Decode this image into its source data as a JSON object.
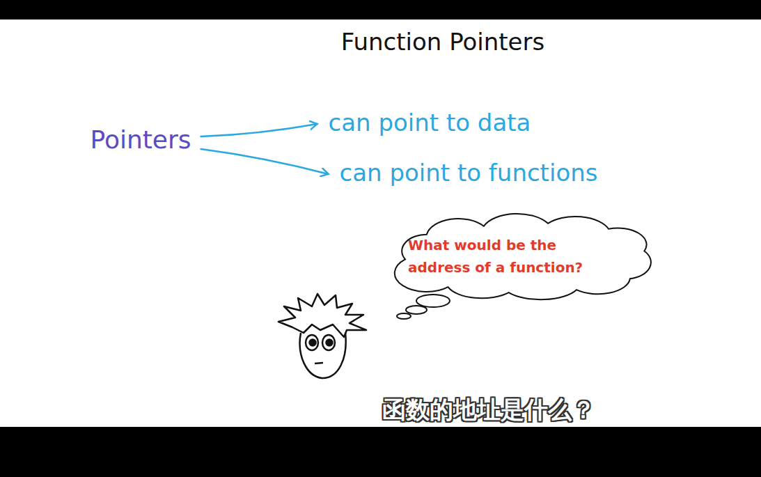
{
  "diagram": {
    "title": "Function Pointers",
    "nodes": [
      {
        "text": [
          "Pointers"
        ]
      },
      {
        "text": [
          "can point to data"
        ]
      },
      {
        "text": [
          "can point to functions"
        ]
      },
      {
        "text": [
          "What would be the address of a function?"
        ]
      }
    ],
    "edges": [
      {
        "from": 0,
        "to": 1,
        "arrow": "to"
      },
      {
        "from": 0,
        "to": 2,
        "arrow": "to"
      }
    ],
    "labels": [
      "函数的地址是什么？"
    ]
  }
}
